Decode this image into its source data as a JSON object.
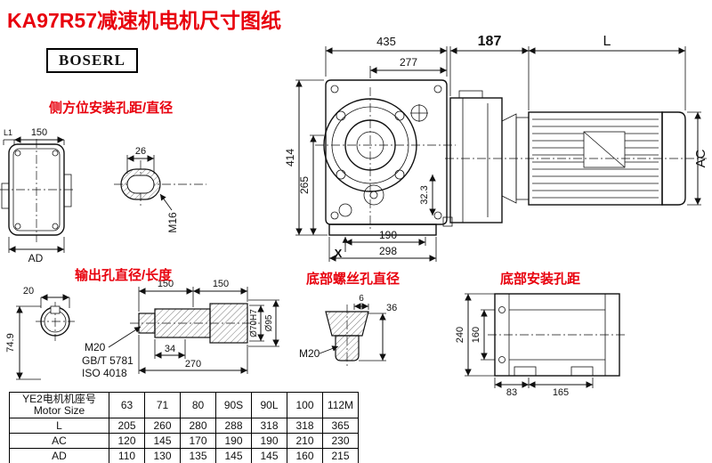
{
  "title": "KA97R57减速机电机尺寸图纸",
  "logo": "BOSERL",
  "colors": {
    "accent_red": "#e8000d",
    "line": "#111111"
  },
  "labels": {
    "side_mount": "侧方位安装孔距/直径",
    "output": "输出孔直径/长度",
    "bottom_screw": "底部螺丝孔直径",
    "bottom_mount": "底部安装孔距"
  },
  "front_view": {
    "width": "435",
    "inner_width": "277",
    "height": "414",
    "center_height": "265",
    "side_offset": "32.3",
    "foot_hole_span": "190",
    "foot_width": "298",
    "x_mark": "X"
  },
  "side_view": {
    "gearbox_length": "187",
    "motor_length": "L",
    "motor_diameter": "AC"
  },
  "rear_view": {
    "l1": "L1",
    "width": "150",
    "ad": "AD"
  },
  "hollow_shaft": {
    "bore_width": "26",
    "thread": "M16"
  },
  "output_shaft": {
    "key_width": "20",
    "height": "74.9",
    "len1": "150",
    "len2": "150",
    "thread": "M20",
    "standard1": "GB/T 5781",
    "standard2": "ISO 4018",
    "step_len": "34",
    "total_len": "270",
    "bore_dia": "Ø70H7",
    "hub_dia": "Ø95"
  },
  "plug_screw": {
    "depth": "6",
    "height": "36",
    "thread": "M20"
  },
  "mount_view": {
    "height": "240",
    "hole_span": "160",
    "foot1": "83",
    "foot2": "165"
  },
  "table": {
    "header_cn": "YE2电机机座号",
    "header_en": "Motor Size",
    "columns": [
      "63",
      "71",
      "80",
      "90S",
      "90L",
      "100",
      "112M"
    ],
    "rows": [
      {
        "label": "L",
        "values": [
          "205",
          "260",
          "280",
          "288",
          "318",
          "318",
          "365"
        ]
      },
      {
        "label": "AC",
        "values": [
          "120",
          "145",
          "170",
          "190",
          "190",
          "210",
          "230"
        ]
      },
      {
        "label": "AD",
        "values": [
          "110",
          "130",
          "135",
          "145",
          "145",
          "160",
          "215"
        ]
      }
    ]
  }
}
